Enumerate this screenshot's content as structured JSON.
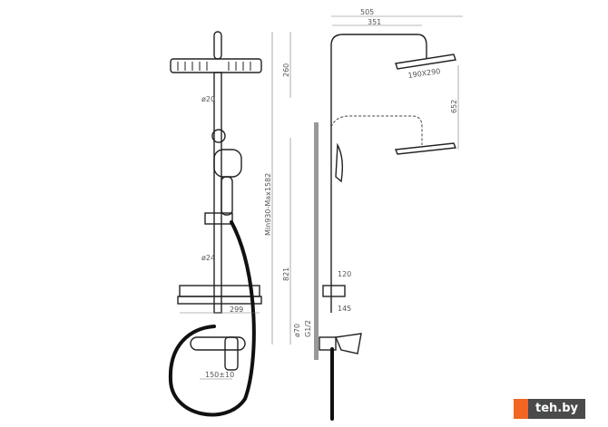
{
  "dimensions": {
    "overall_width": "505",
    "arm_length": "351",
    "arm_height": "260",
    "head_size": "190X290",
    "head_drop": "652",
    "height_range": "Min930-Max1582",
    "rail_diameter_top": "ø20",
    "rail_diameter_bottom": "ø24",
    "shelf_width": "299",
    "mixer_spacing": "150±10",
    "mixer_height": "821",
    "shelf_depth": "120",
    "mixer_depth": "145",
    "flange_diameter": "ø70",
    "thread": "G1/2"
  },
  "logo": {
    "text": "teh.by",
    "color": "#f26522"
  }
}
